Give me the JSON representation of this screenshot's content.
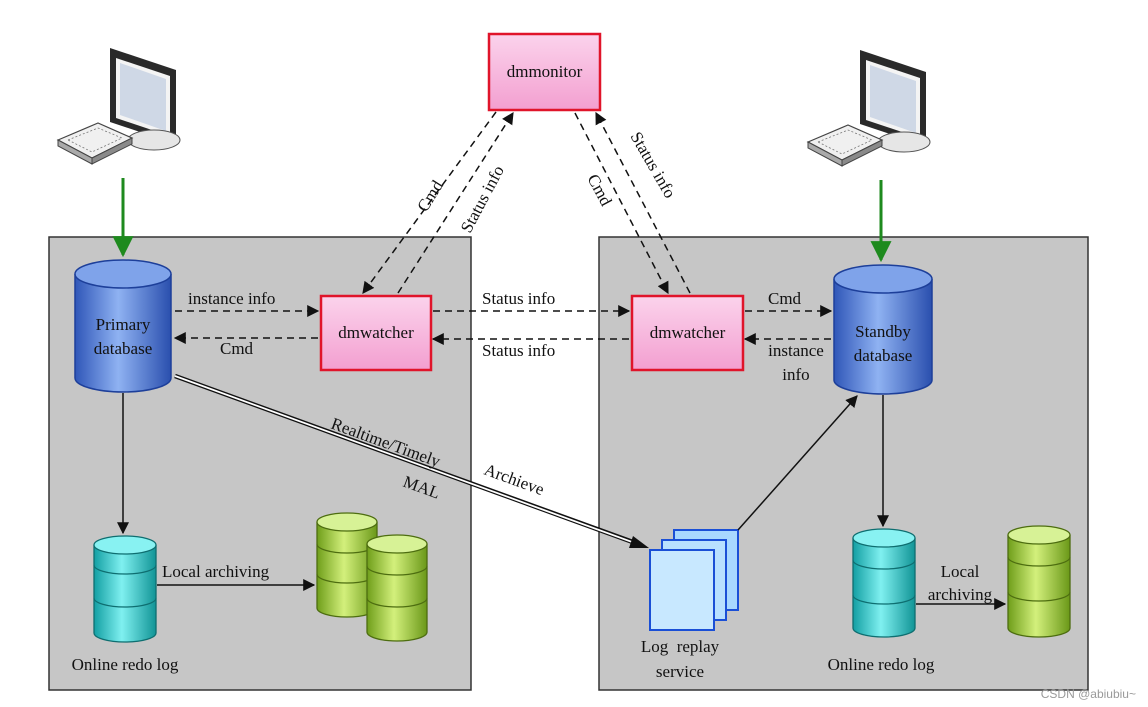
{
  "nodes": {
    "dmmonitor": "dmmonitor",
    "dmwatcher_left": "dmwatcher",
    "dmwatcher_right": "dmwatcher",
    "primary_db": [
      "Primary",
      "database"
    ],
    "standby_db": [
      "Standby",
      "database"
    ],
    "online_redo_left": "Online redo log",
    "online_redo_right": "Online redo log",
    "log_replay": [
      "Log  replay",
      "service"
    ]
  },
  "edges": {
    "cmd_monitor_left": "Cmd",
    "status_left_monitor": "Status info",
    "cmd_monitor_right": "Cmd",
    "status_right_monitor": "Status info",
    "instance_info_left": "instance info",
    "cmd_left": "Cmd",
    "status_info_top": "Status info",
    "status_info_bottom": "Status info",
    "cmd_right": "Cmd",
    "instance_info_right": [
      "instance",
      "info"
    ],
    "realtime": "Realtime/Timely",
    "mal": "MAL",
    "archieve": "Archieve",
    "local_archiving_left": "Local archiving",
    "local_archiving_right": [
      "Local",
      "archiving"
    ]
  },
  "icons": [
    "computer-icon",
    "computer-icon"
  ],
  "colors": {
    "panel_fill": "#c6c6c6",
    "watcher_fill": "#f7b9df",
    "watcher_border": "#e0142a",
    "db_blue": "#4a7bd6",
    "redo_cyan": "#2fc7c9",
    "archive_green": "#9bd13a",
    "replay_blue": "#a8d8ff",
    "flow_green": "#1e8a1e"
  },
  "watermark": "CSDN @abiubiu~"
}
